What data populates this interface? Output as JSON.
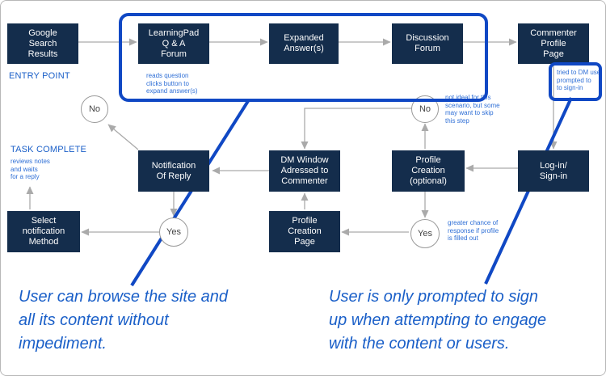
{
  "boxes": {
    "google": "Google\nSearch\nResults",
    "learningpad": "LearningPad\nQ & A\nForum",
    "expanded": "Expanded\nAnswer(s)",
    "discussion": "Discussion\nForum",
    "commenter_profile": "Commenter\nProfile\nPage",
    "login": "Log-in/\nSign-in",
    "profile_creation_optional": "Profile\nCreation\n(optional)",
    "dm_window": "DM Window\nAdressed to\nCommenter",
    "notification_reply": "Notification\nOf Reply",
    "select_notification": "Select\nnotification\nMethod",
    "profile_creation_page": "Profile\nCreation\nPage"
  },
  "circles": {
    "no_left": "No",
    "no_right": "No",
    "yes_left": "Yes",
    "yes_right": "Yes"
  },
  "labels": {
    "entry_point": "ENTRY POINT",
    "task_complete": "TASK COMPLETE"
  },
  "notes": {
    "reads_question": "reads question\nclicks button to\nexpand answer(s)",
    "not_ideal": "not ideal for this\nscenario, but some\nmay want to skip\nthis step",
    "tried_dm": "tried to DM use\nprompted to\nto sign-in",
    "reviews_notes": "reviews notes\nand waits\nfor a reply",
    "greater_chance": "greater chance of\nresponse  if  profile\nis filled out"
  },
  "captions": {
    "left": "User can browse the site and\nall its content without\nimpediment.",
    "right": "User is only prompted to sign\nup when attempting to engage\nwith the content or users."
  },
  "colors": {
    "box": "#142d4c",
    "highlight": "#1048c4",
    "accent_text": "#1a5fc8",
    "connector": "#aaaaaa"
  }
}
